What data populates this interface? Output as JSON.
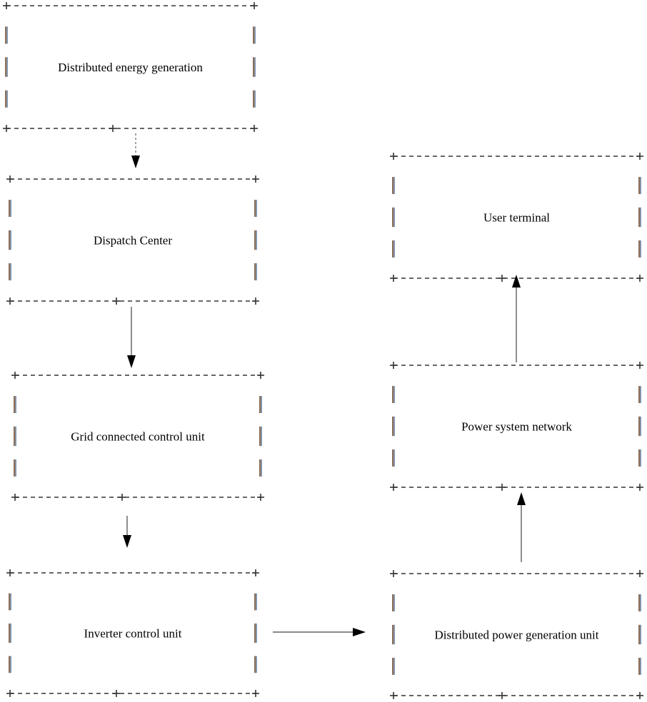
{
  "boxes": [
    {
      "id": "distributed-energy-generation",
      "label": "Distributed energy generation"
    },
    {
      "id": "dispatch-center",
      "label": "Dispatch Center"
    },
    {
      "id": "grid-connected-control-unit",
      "label": "Grid connected control unit"
    },
    {
      "id": "inverter-control-unit",
      "label": "Inverter control unit"
    },
    {
      "id": "distributed-power-generation-unit",
      "label": "Distributed power generation unit"
    },
    {
      "id": "power-system-network",
      "label": "Power system network"
    },
    {
      "id": "user-terminal",
      "label": "User terminal"
    }
  ],
  "edges": [
    {
      "from": "distributed-energy-generation",
      "to": "dispatch-center",
      "style": "dashed"
    },
    {
      "from": "dispatch-center",
      "to": "grid-connected-control-unit",
      "style": "solid"
    },
    {
      "from": "grid-connected-control-unit",
      "to": "inverter-control-unit",
      "style": "solid"
    },
    {
      "from": "inverter-control-unit",
      "to": "distributed-power-generation-unit",
      "style": "solid"
    },
    {
      "from": "distributed-power-generation-unit",
      "to": "power-system-network",
      "style": "solid"
    },
    {
      "from": "power-system-network",
      "to": "user-terminal",
      "style": "solid"
    }
  ],
  "colors": {
    "line": "#333333",
    "arrowhead": "#000000",
    "background": "#ffffff"
  }
}
